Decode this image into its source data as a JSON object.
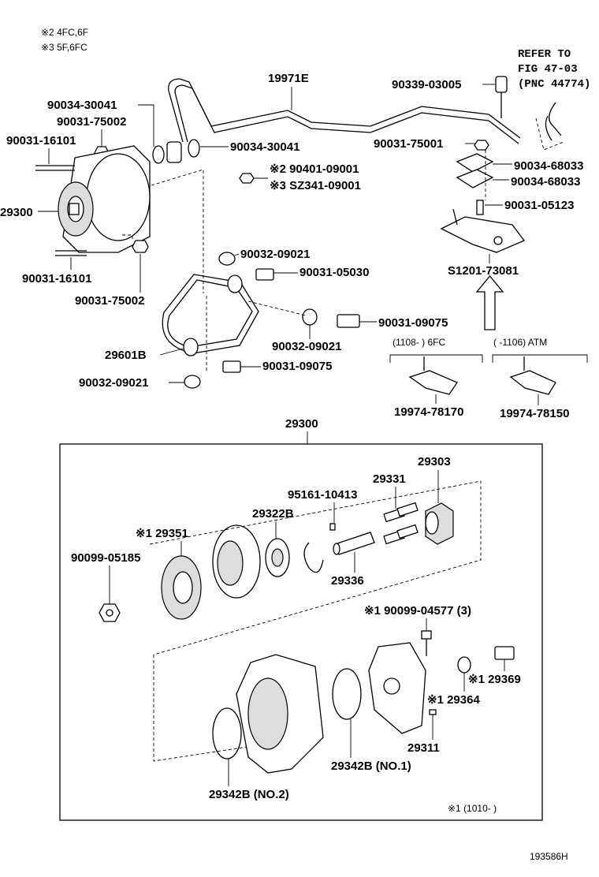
{
  "notes": {
    "n2": "※2 4FC,6F",
    "n3": "※3 5F,6FC"
  },
  "refer": {
    "line1": "REFER TO",
    "line2": "FIG 47-03",
    "line3": "(PNC 44774)"
  },
  "labels": {
    "p19971E": "19971E",
    "p90339_03005": "90339-03005",
    "p90034_30041_a": "90034-30041",
    "p90031_75002_a": "90031-75002",
    "p90031_16101_a": "90031-16101",
    "p90034_30041_b": "90034-30041",
    "p90031_75001": "90031-75001",
    "p90034_68033_a": "90034-68033",
    "p90034_68033_b": "90034-68033",
    "p90401_09001": "※2 90401-09001",
    "pSZ341_09001": "※3 SZ341-09001",
    "p29300_top": "29300",
    "p90031_05123": "90031-05123",
    "p90032_09021_a": "90032-09021",
    "p90031_05030": "90031-05030",
    "p90031_16101_b": "90031-16101",
    "pS1201_73081": "S1201-73081",
    "p90031_75002_b": "90031-75002",
    "p90031_09075_a": "90031-09075",
    "p90032_09021_b": "90032-09021",
    "p29601B": "29601B",
    "p90031_09075_b": "90031-09075",
    "p90032_09021_c": "90032-09021",
    "p19974_78170": "19974-78170",
    "p19974_78150": "19974-78150",
    "p29300_box": "29300",
    "p29303": "29303",
    "p29331": "29331",
    "p95161_10413": "95161-10413",
    "p29322B": "29322B",
    "p29351": "※1 29351",
    "p90099_05185": "90099-05185",
    "p29336": "29336",
    "p90099_04577": "※1 90099-04577 (3)",
    "p29369": "※1 29369",
    "p29364": "※1 29364",
    "p29311": "29311",
    "p29342B_no1": "29342B (NO.1)",
    "p29342B_no2": "29342B (NO.2)"
  },
  "ranges": {
    "left": "(1108-      ) 6FC",
    "right": "(      -1106) ATM"
  },
  "footnote": "※1 (1010-        )",
  "figure_id": "193586H"
}
